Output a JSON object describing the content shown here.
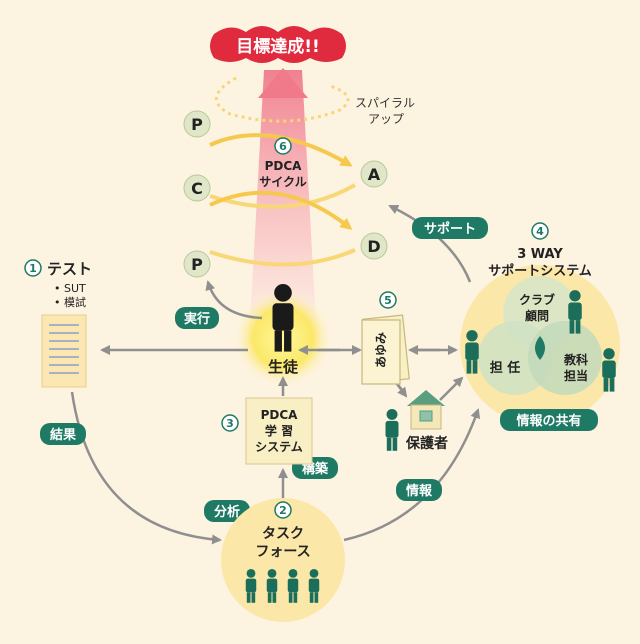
{
  "goal": "目標達成!!",
  "spiral": {
    "line1": "スパイラル",
    "line2": "アップ"
  },
  "pdca": {
    "number": "6",
    "line1": "PDCA",
    "line2": "サイクル",
    "letters": {
      "p_top": "P",
      "c": "C",
      "p_bottom": "P",
      "a": "A",
      "d": "D"
    }
  },
  "test": {
    "number": "1",
    "title": "テスト",
    "item1": "• SUT",
    "item2": "• 模試"
  },
  "labels": {
    "support": "サポート",
    "execute": "実行",
    "result": "結果",
    "analysis": "分析",
    "build": "構築",
    "info": "情報",
    "info_share": "情報の共有"
  },
  "student": "生徒",
  "ayumi": {
    "number": "5",
    "text": "あゆみ"
  },
  "guardian": "保護者",
  "three_way": {
    "number": "4",
    "line1": "3 WAY",
    "line2": "サポートシステム",
    "club_line1": "クラブ",
    "club_line2": "顧問",
    "homeroom": "担 任",
    "subject_line1": "教科",
    "subject_line2": "担当"
  },
  "learning_system": {
    "number": "3",
    "line1": "PDCA",
    "line2": "学 習",
    "line3": "システム"
  },
  "task_force": {
    "number": "2",
    "line1": "タスク",
    "line2": "フォース"
  },
  "colors": {
    "background": "#fdf3e1",
    "badge_green": "#1e7a64",
    "person_green": "#1a6e5a",
    "arrow_gray": "#8f8f8f",
    "goal_red": "#e02a3e",
    "ring_yellow": "#f6c94c"
  }
}
